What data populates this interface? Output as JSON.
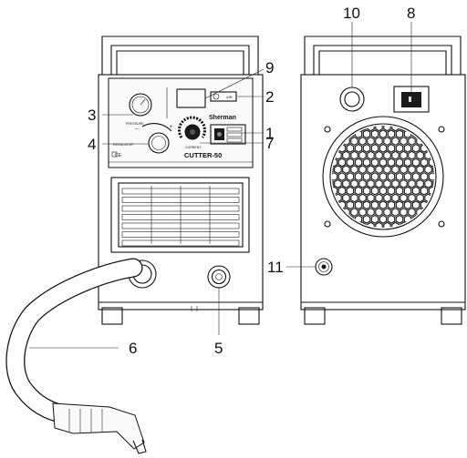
{
  "front_panel": {
    "brand": "Sherman",
    "model": "CUTTER-50",
    "label_pressure": "PRESSURE",
    "label_regulator": "REGULATOR",
    "label_current": "CURRENT",
    "label_air": "AIR",
    "mark_ce": "CE",
    "mark_minus": "–",
    "mark_plus": "+"
  },
  "callouts": [
    "1",
    "2",
    "3",
    "4",
    "5",
    "6",
    "7",
    "8",
    "9",
    "10",
    "11"
  ]
}
